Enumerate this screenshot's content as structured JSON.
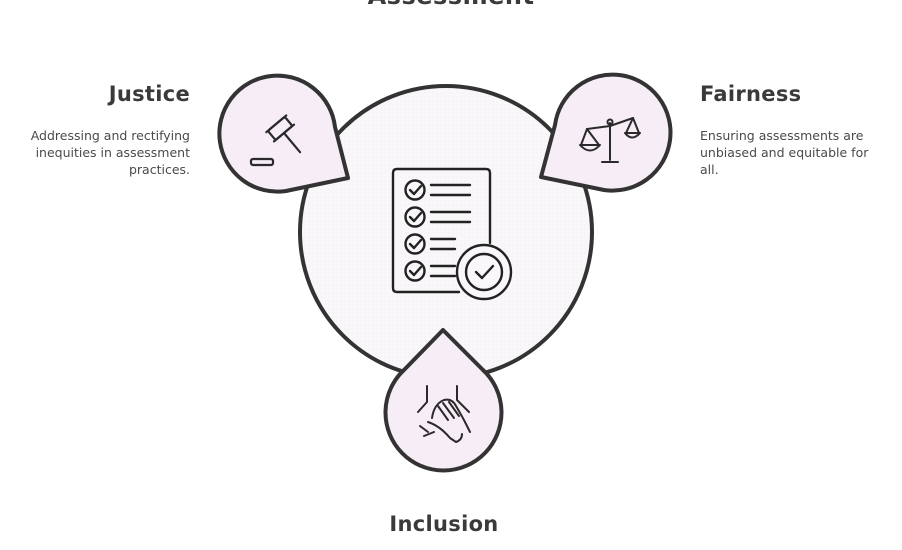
{
  "diagram": {
    "title": "Assessment",
    "center_icon": "checklist-icon",
    "colors": {
      "stroke": "#333333",
      "center_fill": "#f8f6f8",
      "petal_fill": "#f6edf6",
      "text": "#3a3a3a"
    },
    "nodes": [
      {
        "id": "justice",
        "heading": "Justice",
        "description": "Addressing and rectifying inequities in assessment practices.",
        "icon": "gavel-icon"
      },
      {
        "id": "fairness",
        "heading": "Fairness",
        "description": "Ensuring assessments are unbiased and equitable for all.",
        "icon": "scales-icon"
      },
      {
        "id": "inclusion",
        "heading": "Inclusion",
        "description": "",
        "icon": "joined-hands-icon"
      }
    ]
  }
}
